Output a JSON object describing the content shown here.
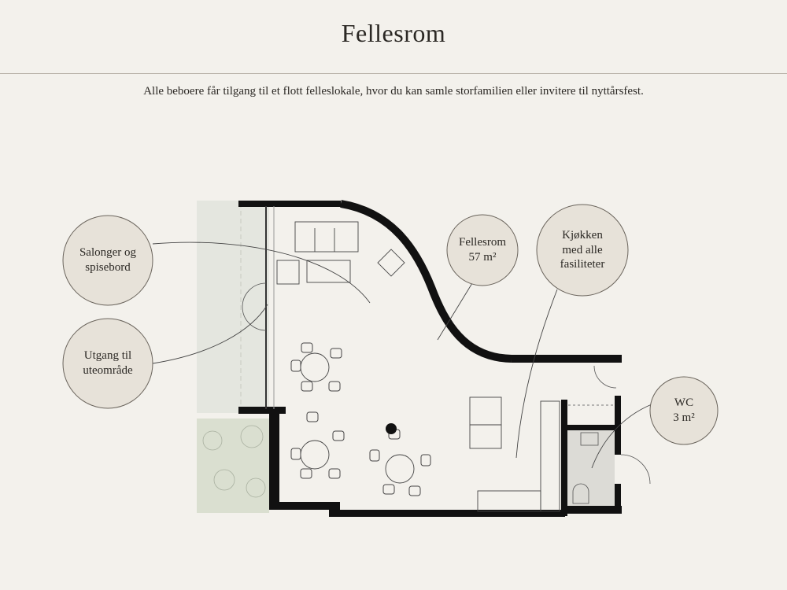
{
  "header": {
    "title": "Fellesrom",
    "subtitle": "Alle beboere får tilgang til et flott felleslokale, hvor du kan samle storfamilien eller invitere til nyttårsfest."
  },
  "callouts": [
    {
      "id": "salonger",
      "text": "Salonger og\nspisebord"
    },
    {
      "id": "utgang",
      "text": "Utgang til\nuteområde"
    },
    {
      "id": "fellesrom",
      "text": "Fellesrom\n57 m²"
    },
    {
      "id": "kjokken",
      "text": "Kjøkken\nmed alle\nfasiliteter"
    },
    {
      "id": "wc",
      "text": "WC\n3 m²"
    }
  ],
  "colors": {
    "background": "#f3f1ec",
    "callout_fill": "#e7e2d9",
    "callout_stroke": "#6a645c",
    "wall": "#111111",
    "garden": "#dfe2d8"
  }
}
